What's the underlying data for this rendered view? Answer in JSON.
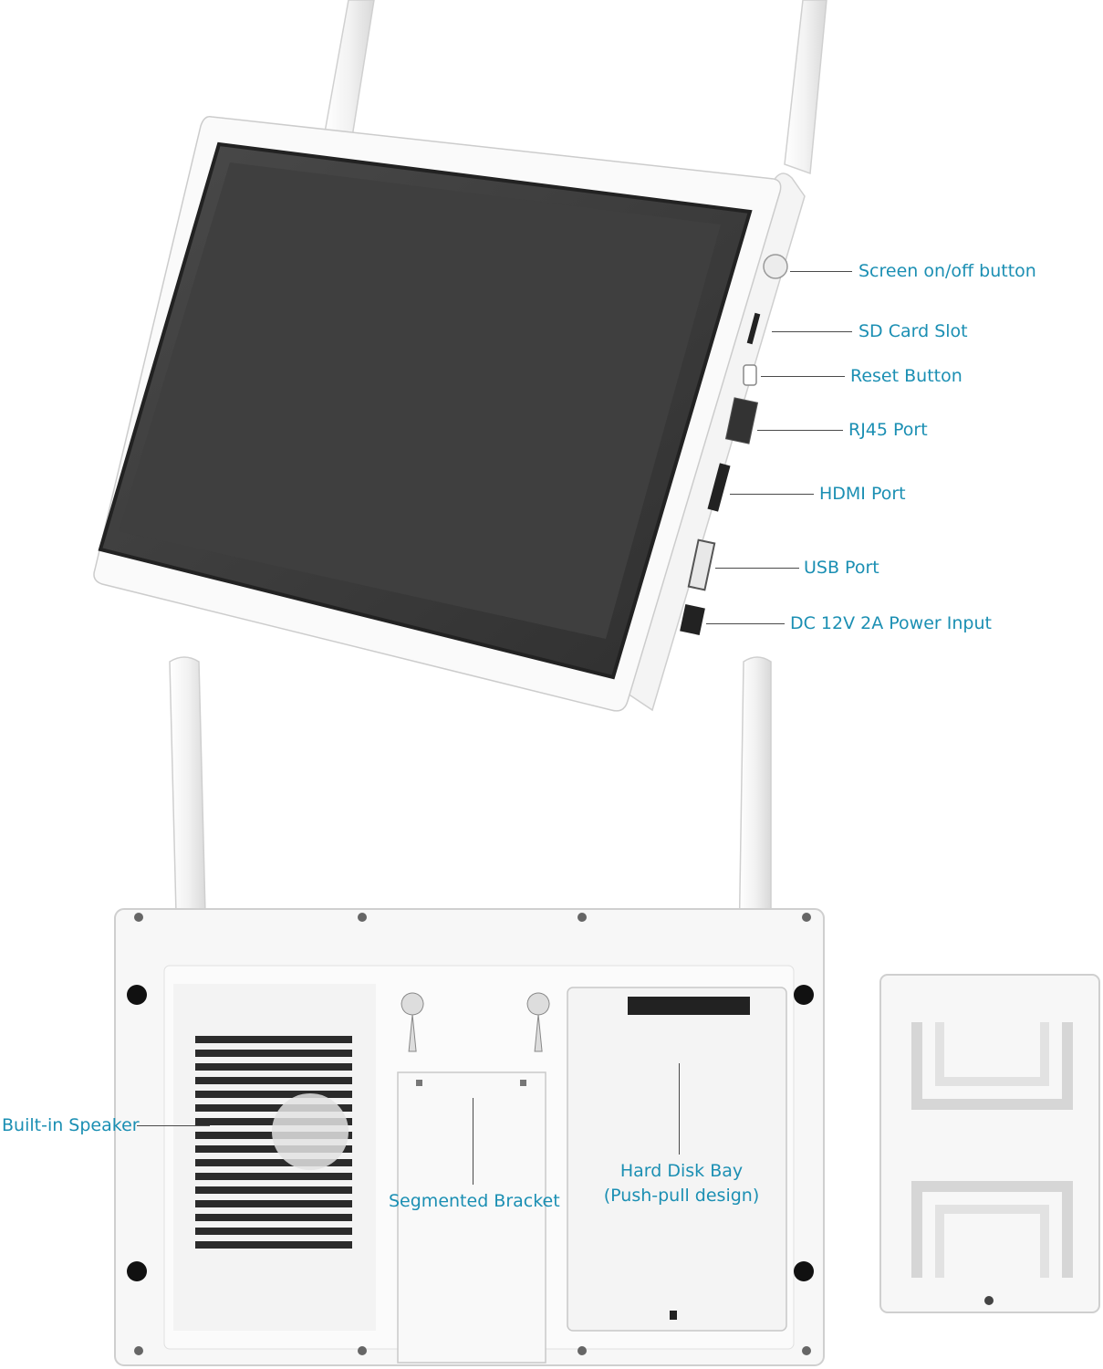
{
  "callouts": {
    "screen_button": "Screen on/off button",
    "sd_slot": "SD Card Slot",
    "reset_button": "Reset Button",
    "rj45": "RJ45 Port",
    "hdmi": "HDMI Port",
    "usb": "USB Port",
    "power": "DC 12V 2A Power Input",
    "speaker": "Built-in Speaker",
    "bracket": "Segmented Bracket",
    "hdd_line1": "Hard Disk Bay",
    "hdd_line2": "(Push-pull design)"
  },
  "colors": {
    "label": "#1b8fb3",
    "leader": "#4a4a4a",
    "device_white": "#f6f6f6",
    "screen": "#3a3a3a"
  }
}
